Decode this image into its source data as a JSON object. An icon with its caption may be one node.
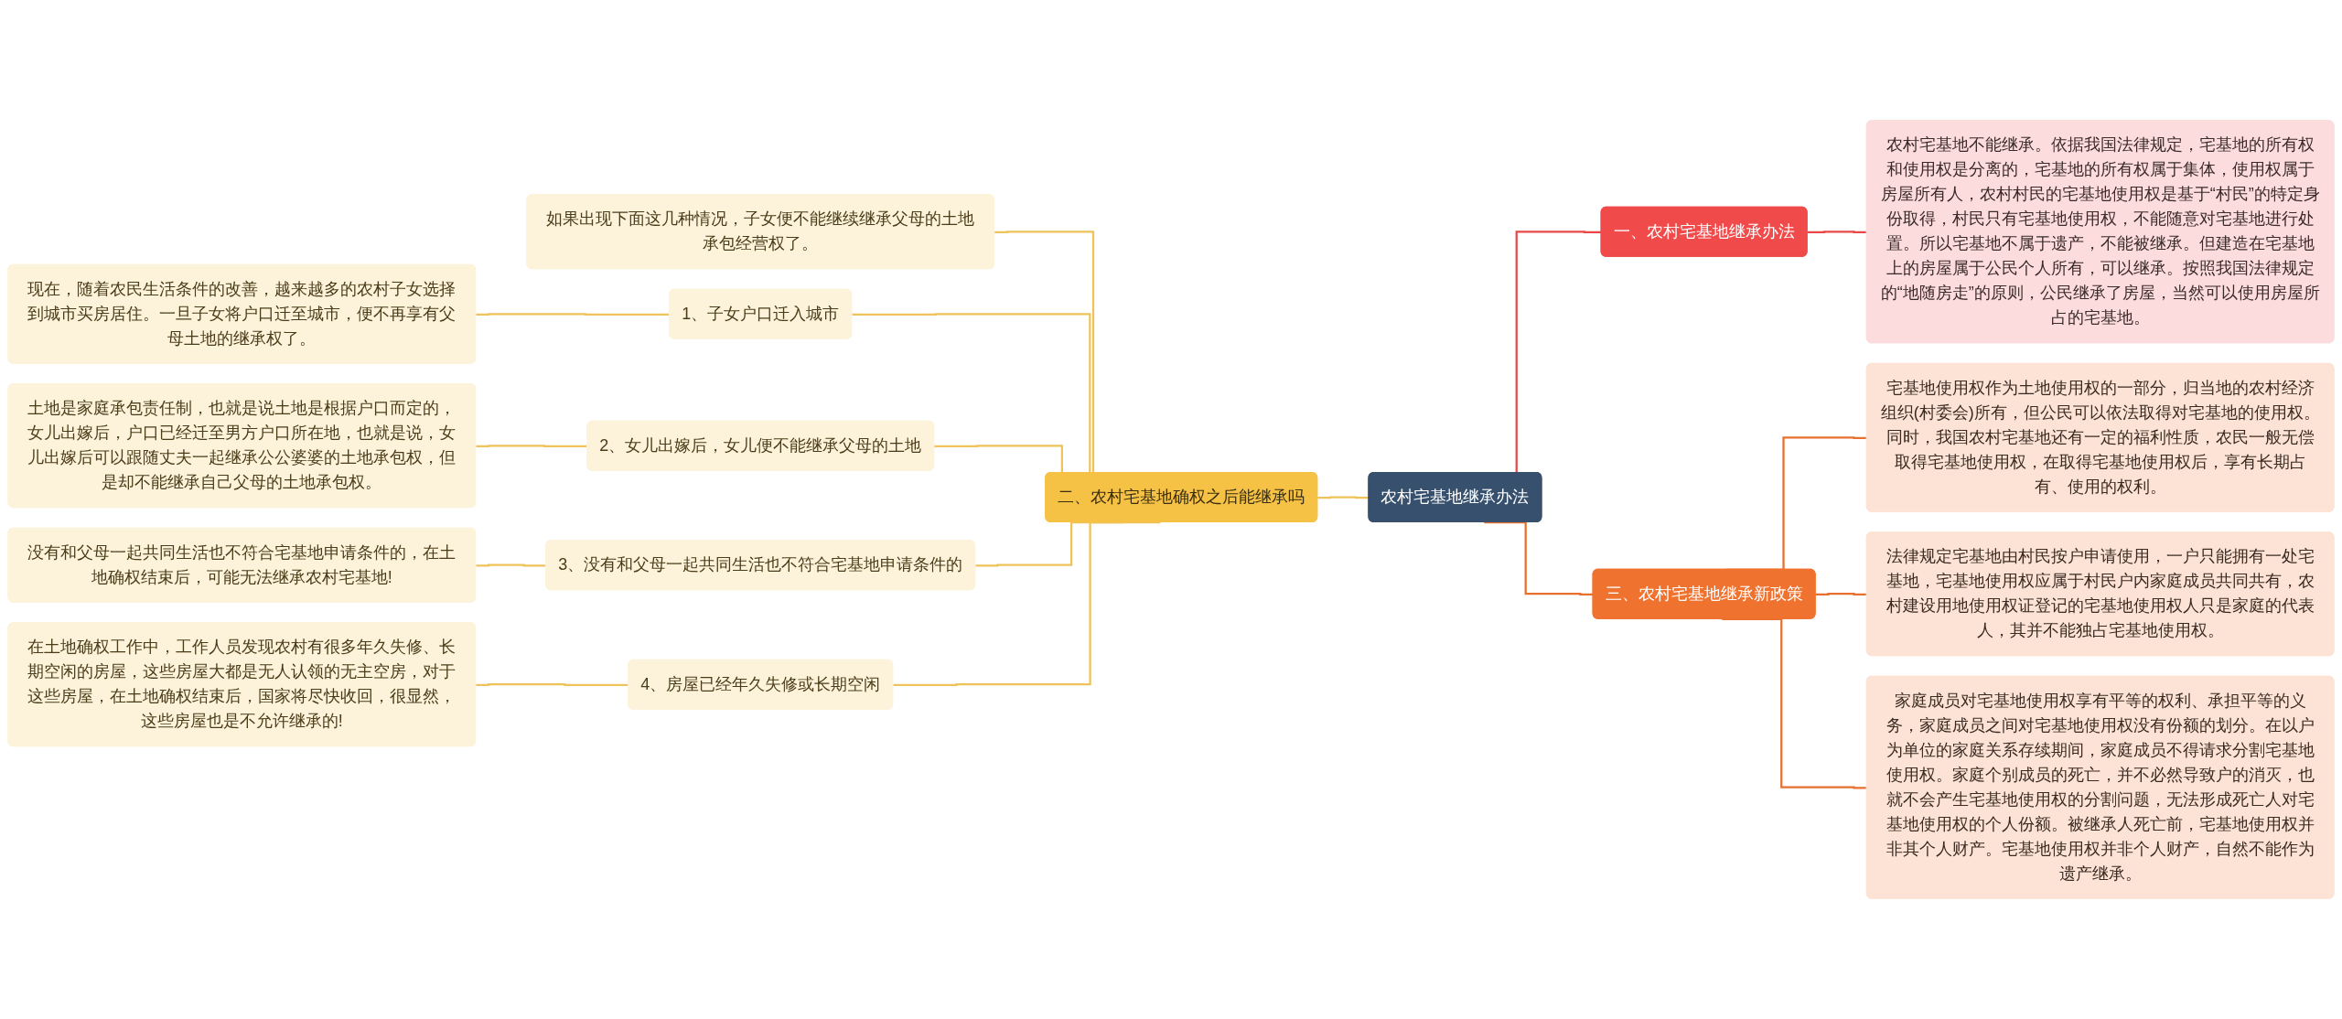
{
  "diagram": {
    "nodes": [
      {
        "text": [
          "农村宅基地继承办法"
        ]
      },
      {
        "text": [
          "一、农村宅基地继承办法"
        ]
      },
      {
        "text": [
          "农村宅基地不能继承。依据我国法律规定，宅基地的所有权和使用权是分离的，宅基地的所有权属于集体，使用权属于房屋所有人，农村村民的宅基地使用权是基于“村民”的特定身份取得，村民只有宅基地使用权，不能随意对宅基地进行处置。所以宅基地不属于遗产，不能被继承。但建造在宅基地上的房屋属于公民个人所有，可以继承。按照我国法律规定的“地随房走”的原则，公民继承了房屋，当然可以使用房屋所占的宅基地。"
        ]
      },
      {
        "text": [
          "二、农村宅基地确权之后能继承吗"
        ]
      },
      {
        "text": [
          "如果出现下面这几种情况，子女便不能继续继承父母的土地承包经营权了。"
        ]
      },
      {
        "text": [
          "1、子女户口迁入城市"
        ]
      },
      {
        "text": [
          "现在，随着农民生活条件的改善，越来越多的农村子女选择到城市买房居住。一旦子女将户口迁至城市，便不再享有父母土地的继承权了。"
        ]
      },
      {
        "text": [
          "2、女儿出嫁后，女儿便不能继承父母的土地"
        ]
      },
      {
        "text": [
          "土地是家庭承包责任制，也就是说土地是根据户口而定的，女儿出嫁后，户口已经迁至男方户口所在地，也就是说，女儿出嫁后可以跟随丈夫一起继承公公婆婆的土地承包权，但是却不能继承自己父母的土地承包权。"
        ]
      },
      {
        "text": [
          "3、没有和父母一起共同生活也不符合宅基地申请条件的"
        ]
      },
      {
        "text": [
          "没有和父母一起共同生活也不符合宅基地申请条件的，在土地确权结束后，可能无法继承农村宅基地!"
        ]
      },
      {
        "text": [
          "4、房屋已经年久失修或长期空闲"
        ]
      },
      {
        "text": [
          "在土地确权工作中，工作人员发现农村有很多年久失修、长期空闲的房屋，这些房屋大都是无人认领的无主空房，对于这些房屋，在土地确权结束后，国家将尽快收回，很显然，这些房屋也是不允许继承的!"
        ]
      },
      {
        "text": [
          "三、农村宅基地继承新政策"
        ]
      },
      {
        "text": [
          "宅基地使用权作为土地使用权的一部分，归当地的农村经济组织(村委会)所有，但公民可以依法取得对宅基地的使用权。同时，我国农村宅基地还有一定的福利性质，农民一般无偿取得宅基地使用权，在取得宅基地使用权后，享有长期占有、使用的权利。"
        ]
      },
      {
        "text": [
          "法律规定宅基地由村民按户申请使用，一户只能拥有一处宅基地，宅基地使用权应属于村民户内家庭成员共同共有，农村建设用地使用权证登记的宅基地使用权人只是家庭的代表人，其并不能独占宅基地使用权。"
        ]
      },
      {
        "text": [
          "家庭成员对宅基地使用权享有平等的权利、承担平等的义务，家庭成员之间对宅基地使用权没有份额的划分。在以户为单位的家庭关系存续期间，家庭成员不得请求分割宅基地使用权。家庭个别成员的死亡，并不必然导致户的消灭，也就不会产生宅基地使用权的分割问题，无法形成死亡人对宅基地使用权的个人份额。被继承人死亡前，宅基地使用权并非其个人财产。宅基地使用权并非个人财产，自然不能作为遗产继承。"
        ]
      }
    ],
    "edges": [
      {
        "from": 0,
        "to": 1,
        "arrow": "none",
        "color": "#e84848"
      },
      {
        "from": 1,
        "to": 2,
        "arrow": "none",
        "color": "#e84848"
      },
      {
        "from": 0,
        "to": 3,
        "arrow": "none"
      },
      {
        "from": 3,
        "to": 4,
        "arrow": "none"
      },
      {
        "from": 3,
        "to": 5,
        "arrow": "none"
      },
      {
        "from": 5,
        "to": 6,
        "arrow": "none"
      },
      {
        "from": 3,
        "to": 7,
        "arrow": "none"
      },
      {
        "from": 7,
        "to": 8,
        "arrow": "none"
      },
      {
        "from": 3,
        "to": 9,
        "arrow": "none"
      },
      {
        "from": 9,
        "to": 10,
        "arrow": "none"
      },
      {
        "from": 3,
        "to": 11,
        "arrow": "none"
      },
      {
        "from": 11,
        "to": 12,
        "arrow": "none"
      },
      {
        "from": 0,
        "to": 13,
        "arrow": "none",
        "color": "#e8702e"
      },
      {
        "from": 13,
        "to": 14,
        "arrow": "none",
        "color": "#e8702e"
      },
      {
        "from": 13,
        "to": 15,
        "arrow": "none",
        "color": "#e8702e"
      },
      {
        "from": 13,
        "to": 16,
        "arrow": "none",
        "color": "#e8702e"
      }
    ]
  }
}
